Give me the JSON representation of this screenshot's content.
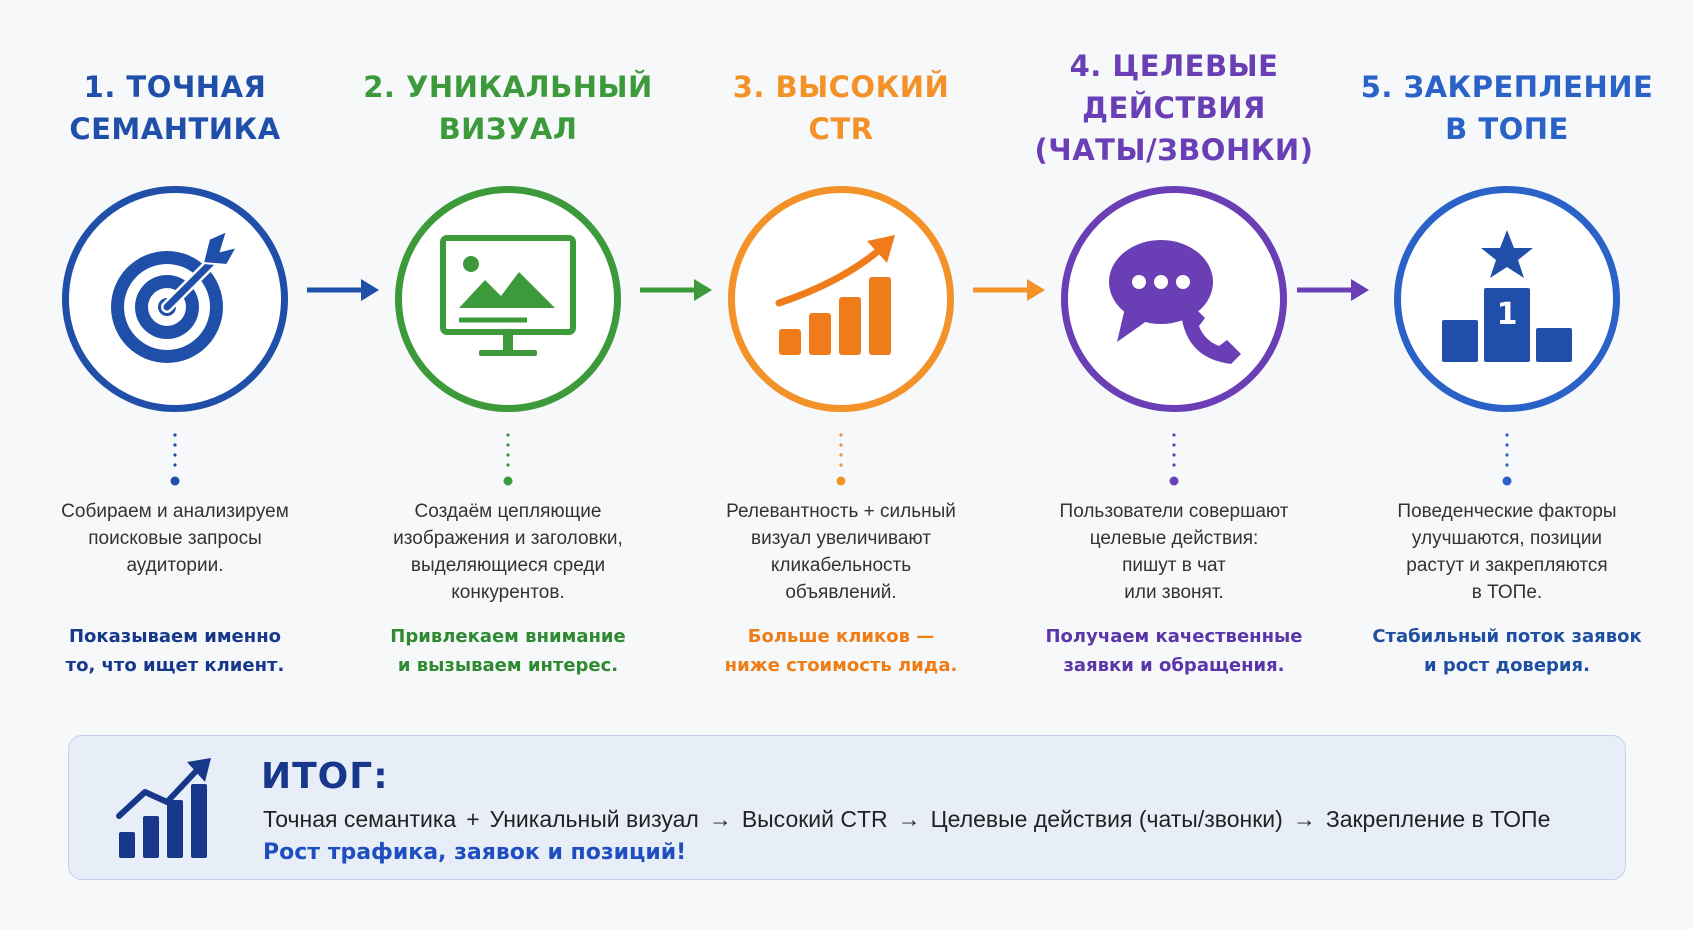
{
  "colors": {
    "step1": "#1f4fa8",
    "step2": "#3c9a3a",
    "step3": "#f39228",
    "step4": "#6a3fb5",
    "step5": "#2a62c8",
    "step1_takeaway": "#17388a",
    "step2_takeaway": "#2e8a30",
    "step3_takeaway": "#ef7d16",
    "step4_takeaway": "#5a36a8",
    "step5_takeaway": "#1f4fa0"
  },
  "steps": [
    {
      "title_lines": [
        "1. ТОЧНАЯ",
        "СЕМАНТИКА"
      ],
      "icon": "target-icon",
      "desc_lines": [
        "Собираем и анализируем",
        "поисковые запросы",
        "аудитории."
      ],
      "takeaway_lines": [
        "Показываем именно",
        "то, что ищет клиент."
      ]
    },
    {
      "title_lines": [
        "2. УНИКАЛЬНЫЙ",
        "ВИЗУАЛ"
      ],
      "icon": "monitor-image-icon",
      "desc_lines": [
        "Создаём цепляющие",
        "изображения и заголовки,",
        "выделяющиеся среди",
        "конкурентов."
      ],
      "takeaway_lines": [
        "Привлекаем внимание",
        "и вызываем интерес."
      ]
    },
    {
      "title_lines": [
        "3. ВЫСОКИЙ",
        "CTR"
      ],
      "icon": "growth-chart-icon",
      "desc_lines": [
        "Релевантность + сильный",
        "визуал увеличивают",
        "кликабельность",
        "объявлений."
      ],
      "takeaway_lines": [
        "Больше кликов —",
        "ниже стоимость лида."
      ]
    },
    {
      "title_lines": [
        "4. ЦЕЛЕВЫЕ ДЕЙСТВИЯ",
        "(ЧАТЫ/ЗВОНКИ)"
      ],
      "icon": "chat-phone-icon",
      "desc_lines": [
        "Пользователи совершают",
        "целевые действия:",
        "пишут в чат",
        "или звонят."
      ],
      "takeaway_lines": [
        "Получаем качественные",
        "заявки и обращения."
      ]
    },
    {
      "title_lines": [
        "5. ЗАКРЕПЛЕНИЕ",
        "В ТОПЕ"
      ],
      "icon": "podium-star-icon",
      "podium_label": "1",
      "desc_lines": [
        "Поведенческие факторы",
        "улучшаются, позиции",
        "растут и закрепляются",
        "в ТОПе."
      ],
      "takeaway_lines": [
        "Стабильный поток заявок",
        "и рост доверия."
      ]
    }
  ],
  "summary": {
    "icon": "growth-chart-icon",
    "title": "ИТОГ:",
    "formula": [
      "Точная семантика",
      "+",
      "Уникальный визуал",
      "→",
      "Высокий CTR",
      "→",
      "Целевые действия (чаты/звонки)",
      "→",
      "Закрепление в ТОПе"
    ],
    "result": "Рост трафика, заявок и позиций!"
  }
}
